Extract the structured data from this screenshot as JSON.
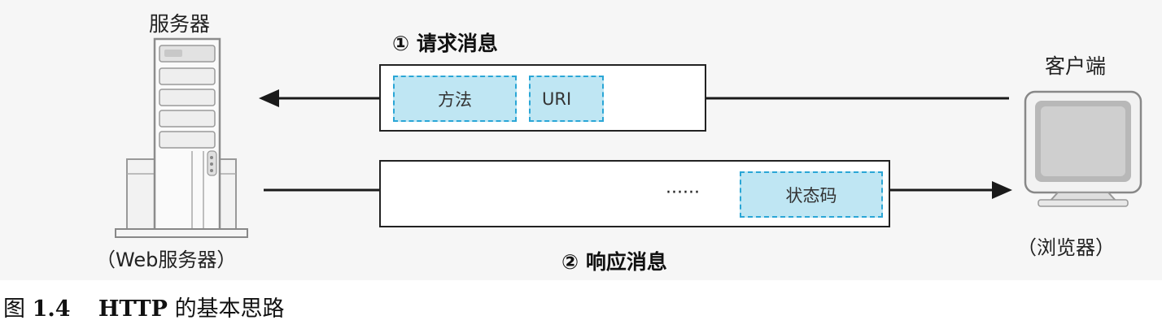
{
  "server": {
    "title": "服务器",
    "subtitle": "（Web服务器）"
  },
  "client": {
    "title": "客户端",
    "subtitle": "（浏览器）"
  },
  "request": {
    "label": "① 请求消息",
    "fields": [
      "方法",
      "URI"
    ]
  },
  "response": {
    "label": "② 响应消息",
    "ellipsis": "······",
    "fields": [
      "状态码"
    ]
  },
  "caption": {
    "figure_prefix": "图",
    "number": "1.4",
    "title_bold": "HTTP",
    "title_rest": "的基本思路"
  },
  "colors": {
    "field_fill": "#bfe6f3",
    "field_border": "#2aa6d6",
    "arrow": "#1a1a1a"
  }
}
